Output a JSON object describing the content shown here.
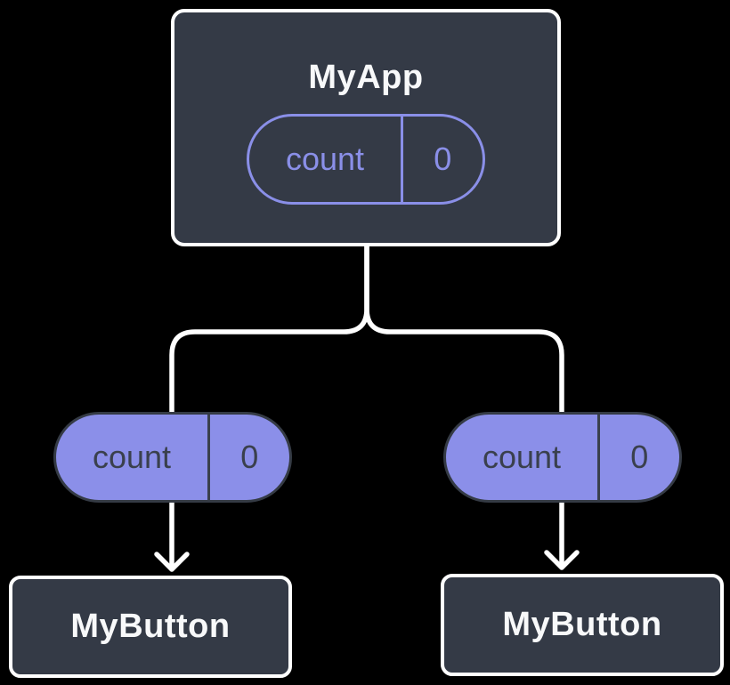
{
  "diagram": {
    "type": "component-tree",
    "background_color": "#000000",
    "node_fill_color": "#343a46",
    "node_border_color": "#ffffff",
    "accent_color": "#8a8fe8",
    "pill_dark_color": "#3a404d",
    "connector_color": "#ffffff",
    "root": {
      "title": "MyApp",
      "state_pill": {
        "name": "count",
        "value": "0"
      }
    },
    "prop_pills": [
      {
        "name": "count",
        "value": "0"
      },
      {
        "name": "count",
        "value": "0"
      }
    ],
    "children": [
      {
        "title": "MyButton"
      },
      {
        "title": "MyButton"
      }
    ]
  }
}
